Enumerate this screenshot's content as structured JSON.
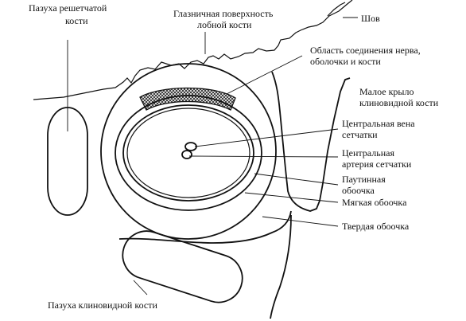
{
  "labels": {
    "ethmoid_sinus": [
      "Пазуха решетчатой",
      "кости"
    ],
    "orbital_surface": [
      "Глазничная поверхность",
      "лобной кости"
    ],
    "suture": "Шов",
    "junction_area": [
      "Область соединения нерва,",
      "оболочки и кости"
    ],
    "lesser_wing": [
      "Малое крыло",
      "клиновидной кости"
    ],
    "central_vein": [
      "Центральная вена",
      "сетчатки"
    ],
    "central_artery": [
      "Центральная",
      "артерия сетчатки"
    ],
    "arachnoid": [
      "Паутинная",
      "обоочка"
    ],
    "pia": "Мягкая обоочка",
    "dura": "Твердая обоочка",
    "sphenoid_sinus": "Пазуха клиновидной кости"
  },
  "colors": {
    "ink": "#111111",
    "background": "#ffffff",
    "hatch": "#555555"
  }
}
